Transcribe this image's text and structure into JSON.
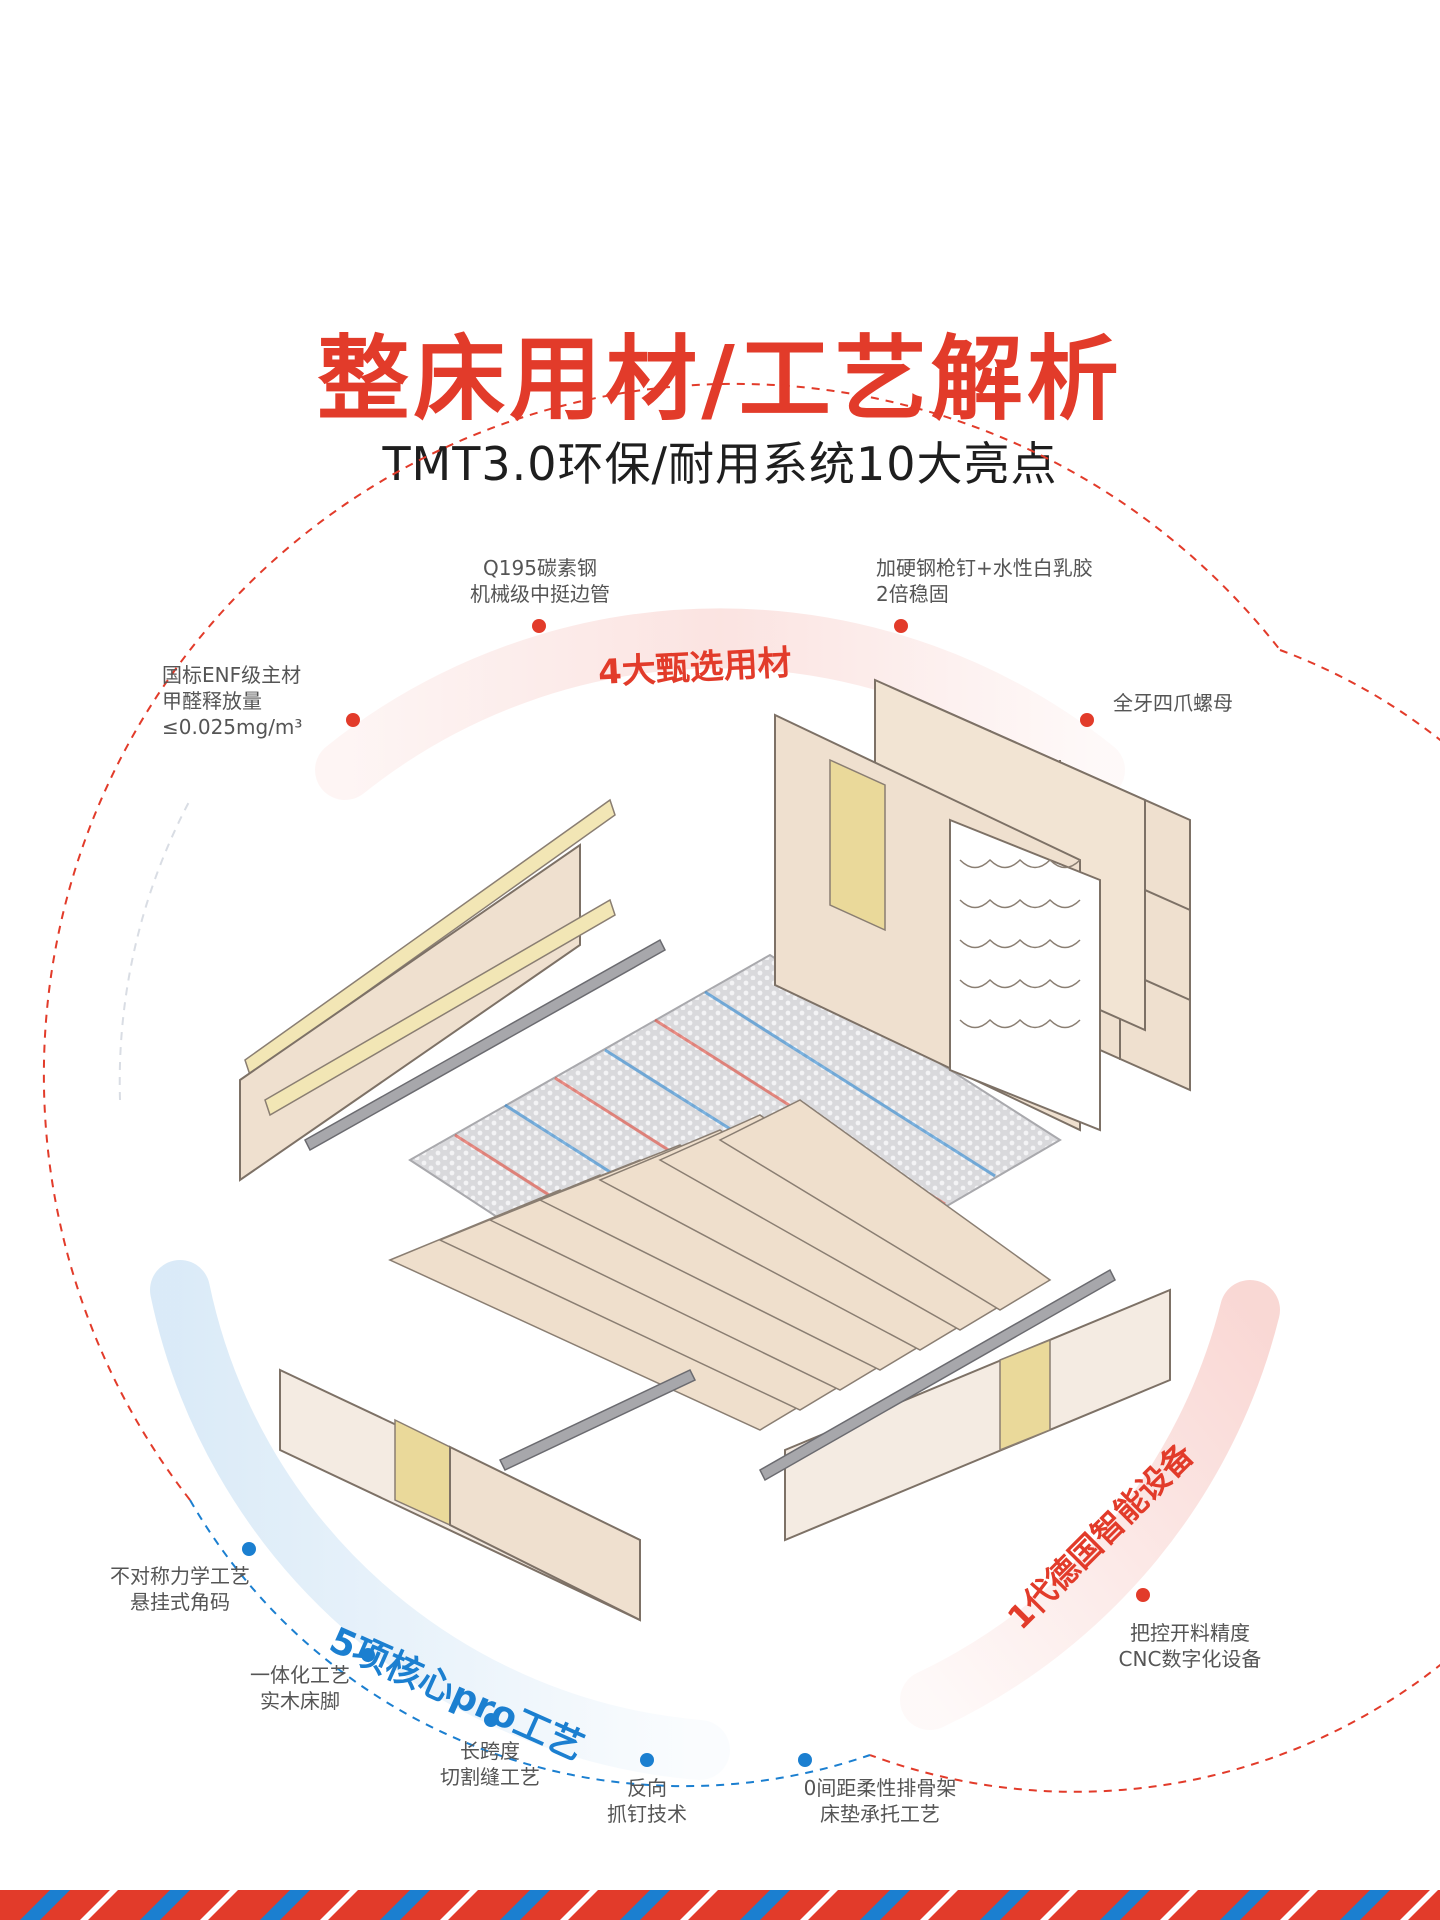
{
  "title": "整床用材/工艺解析",
  "subtitle": "TMT3.0环保/耐用系统10大亮点",
  "colors": {
    "red": "#e23b2a",
    "blue": "#1b7fd0",
    "wood": "#ecdcc8",
    "cushion": "#ead99a"
  },
  "arc_labels": {
    "materials": "4大甄选用材",
    "craft": "5项核心pro工艺",
    "equipment": "1代德国智能设备"
  },
  "materials": [
    {
      "line1": "国标ENF级主材",
      "line2": "甲醛释放量",
      "line3": "≤0.025mg/m³"
    },
    {
      "line1": "Q195碳素钢",
      "line2": "机械级中挺边管"
    },
    {
      "line1": "加硬钢枪钉+水性白乳胶",
      "line2": "2倍稳固"
    },
    {
      "line1": "全牙四爪螺母"
    }
  ],
  "crafts": [
    {
      "line1": "不对称力学工艺",
      "line2": "悬挂式角码"
    },
    {
      "line1": "一体化工艺",
      "line2": "实木床脚"
    },
    {
      "line1": "长跨度",
      "line2": "切割缝工艺"
    },
    {
      "line1": "反向",
      "line2": "抓钉技术"
    },
    {
      "line1": "0间距柔性排骨架",
      "line2": "床垫承托工艺"
    }
  ],
  "equipment": [
    {
      "line1": "把控开料精度",
      "line2": "CNC数字化设备"
    }
  ]
}
